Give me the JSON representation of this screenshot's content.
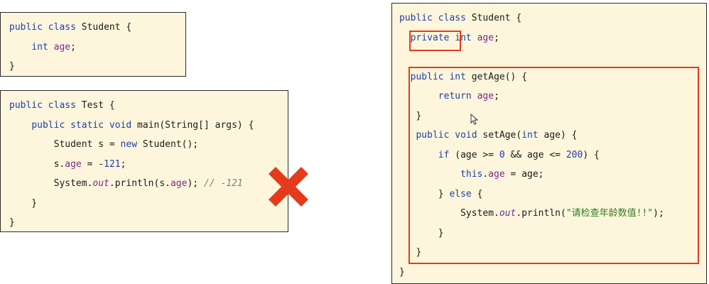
{
  "box_student_plain": {
    "lines": [
      [
        {
          "t": "public",
          "c": "kw"
        },
        {
          "t": " "
        },
        {
          "t": "class",
          "c": "kw"
        },
        {
          "t": " Student {"
        }
      ],
      [
        {
          "t": "    "
        },
        {
          "t": "int",
          "c": "kw"
        },
        {
          "t": " "
        },
        {
          "t": "age",
          "c": "fld"
        },
        {
          "t": ";"
        }
      ],
      [
        {
          "t": "}"
        }
      ]
    ]
  },
  "box_test": {
    "lines": [
      [
        {
          "t": "public",
          "c": "kw"
        },
        {
          "t": " "
        },
        {
          "t": "class",
          "c": "kw"
        },
        {
          "t": " Test {"
        }
      ],
      [
        {
          "t": "    "
        },
        {
          "t": "public",
          "c": "kw"
        },
        {
          "t": " "
        },
        {
          "t": "static",
          "c": "kw"
        },
        {
          "t": " "
        },
        {
          "t": "void",
          "c": "kw"
        },
        {
          "t": " main(String[] args) {"
        }
      ],
      [
        {
          "t": "        Student s = "
        },
        {
          "t": "new",
          "c": "kw"
        },
        {
          "t": " Student();"
        }
      ],
      [
        {
          "t": "        s."
        },
        {
          "t": "age",
          "c": "fld"
        },
        {
          "t": " = -"
        },
        {
          "t": "121",
          "c": "num"
        },
        {
          "t": ";"
        }
      ],
      [
        {
          "t": "        System."
        },
        {
          "t": "out",
          "c": "ital"
        },
        {
          "t": ".println(s."
        },
        {
          "t": "age",
          "c": "fld"
        },
        {
          "t": "); "
        },
        {
          "t": "// -121",
          "c": "cmt"
        }
      ],
      [
        {
          "t": "    }"
        }
      ],
      [
        {
          "t": "}"
        }
      ]
    ]
  },
  "box_student_encapsulated": {
    "lines": [
      [
        {
          "t": "public",
          "c": "kw"
        },
        {
          "t": " "
        },
        {
          "t": "class",
          "c": "kw"
        },
        {
          "t": " Student {"
        }
      ],
      [
        {
          "t": "  "
        },
        {
          "t": "private",
          "c": "kw"
        },
        {
          "t": " "
        },
        {
          "t": "int",
          "c": "kw"
        },
        {
          "t": " "
        },
        {
          "t": "age",
          "c": "fld"
        },
        {
          "t": ";"
        }
      ],
      [
        {
          "t": ""
        }
      ],
      [
        {
          "t": "  "
        },
        {
          "t": "public",
          "c": "kw"
        },
        {
          "t": " "
        },
        {
          "t": "int",
          "c": "kw"
        },
        {
          "t": " getAge() {"
        }
      ],
      [
        {
          "t": "       "
        },
        {
          "t": "return",
          "c": "kw"
        },
        {
          "t": " "
        },
        {
          "t": "age",
          "c": "fld"
        },
        {
          "t": ";"
        }
      ],
      [
        {
          "t": "   }"
        }
      ],
      [
        {
          "t": "   "
        },
        {
          "t": "public",
          "c": "kw"
        },
        {
          "t": " "
        },
        {
          "t": "void",
          "c": "kw"
        },
        {
          "t": " setAge("
        },
        {
          "t": "int",
          "c": "kw"
        },
        {
          "t": " age) {"
        }
      ],
      [
        {
          "t": "       "
        },
        {
          "t": "if",
          "c": "kw"
        },
        {
          "t": " (age >= "
        },
        {
          "t": "0",
          "c": "num"
        },
        {
          "t": " && age <= "
        },
        {
          "t": "200",
          "c": "num"
        },
        {
          "t": ") {"
        }
      ],
      [
        {
          "t": "           "
        },
        {
          "t": "this",
          "c": "kw"
        },
        {
          "t": "."
        },
        {
          "t": "age",
          "c": "fld"
        },
        {
          "t": " = age;"
        }
      ],
      [
        {
          "t": "       } "
        },
        {
          "t": "else",
          "c": "kw"
        },
        {
          "t": " {"
        }
      ],
      [
        {
          "t": "           System."
        },
        {
          "t": "out",
          "c": "ital"
        },
        {
          "t": ".println("
        },
        {
          "t": "\"请检查年龄数值!!\"",
          "c": "str"
        },
        {
          "t": ");"
        }
      ],
      [
        {
          "t": "       }"
        }
      ],
      [
        {
          "t": "   }"
        }
      ],
      [
        {
          "t": "}"
        }
      ]
    ]
  },
  "colors": {
    "box_bg": "#fdf6dd",
    "highlight": "#e63a1c",
    "cross": "#e63a1c",
    "keyword": "#1f3fa6",
    "field": "#7a2a8c",
    "string": "#2e7d1f",
    "comment": "#7f7f7f"
  },
  "icons": {
    "cross": "cross-mark-icon",
    "cursor": "mouse-cursor-icon"
  }
}
